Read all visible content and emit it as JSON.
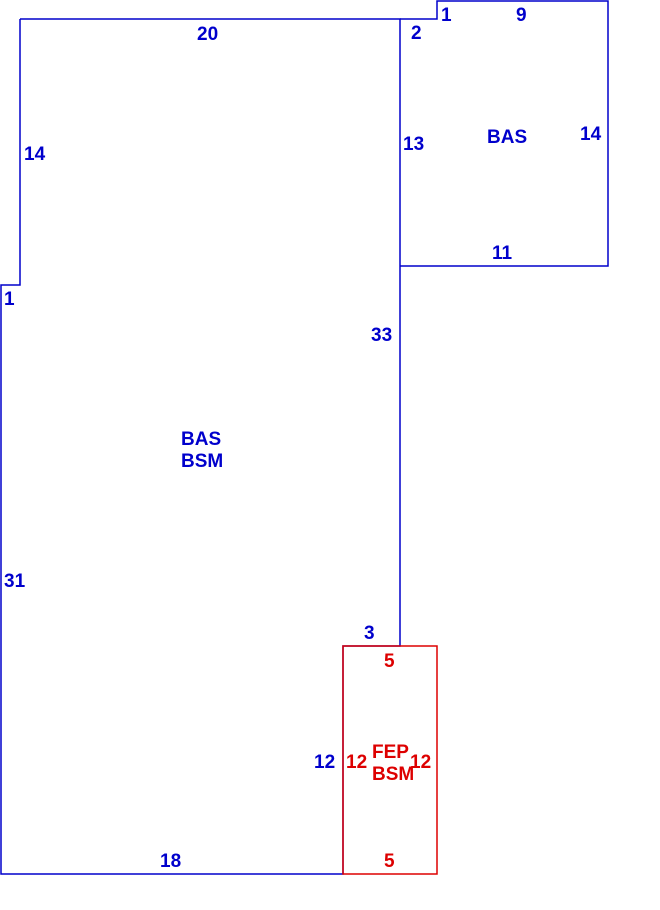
{
  "colors": {
    "main": "#0000cc",
    "fep": "#dd0000",
    "background": "#ffffff"
  },
  "main_area": {
    "code_line1": "BAS",
    "code_line2": "BSM",
    "sides": {
      "top": "20",
      "left_upper": "14",
      "left_step": "1",
      "left_lower": "31",
      "bottom": "18",
      "right_lower": "12",
      "notch": "3",
      "right_upper": "33",
      "right_top": "13",
      "step_top": "2",
      "step_side": "1"
    }
  },
  "bas_area": {
    "code": "BAS",
    "sides": {
      "top": "9",
      "right": "14",
      "bottom": "11"
    }
  },
  "fep_area": {
    "code_line1": "FEP",
    "code_line2": "BSM",
    "sides": {
      "top": "5",
      "bottom": "5",
      "left": "12",
      "right": "12"
    }
  }
}
